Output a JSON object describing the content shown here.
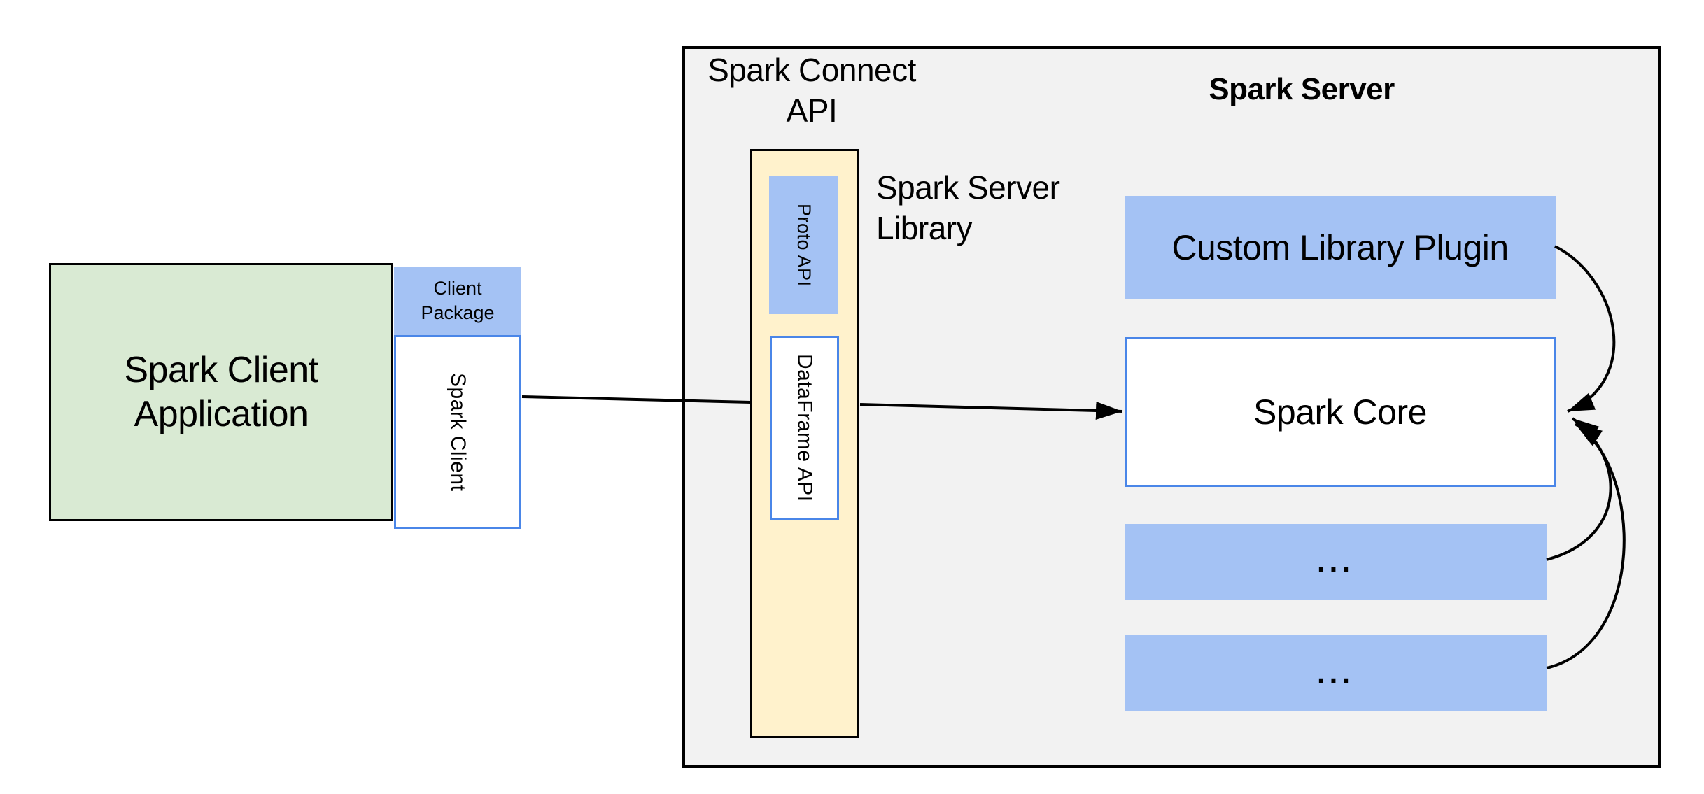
{
  "colors": {
    "green_fill": "#d9ead3",
    "blue_fill": "#a4c2f4",
    "yellow_fill": "#fff2cc",
    "gray_fill": "#f2f2f2",
    "blue_border": "#4a86e8",
    "line_color": "#000000",
    "text_color": "#000000"
  },
  "labels": {
    "spark_connect_api": {
      "line1": "Spark Connect",
      "line2": "API"
    },
    "spark_server": "Spark Server",
    "spark_server_library": {
      "line1": "Spark Server",
      "line2": "Library"
    }
  },
  "boxes": {
    "client_app": {
      "line1": "Spark Client",
      "line2": "Application"
    },
    "client_package": {
      "line1": "Client",
      "line2": "Package"
    },
    "spark_client": {
      "label": "Spark Client"
    },
    "proto_api": {
      "label": "Proto API"
    },
    "dataframe_api": {
      "label": "DataFrame API"
    },
    "custom_library_plugin": {
      "label": "Custom Library Plugin"
    },
    "spark_core": {
      "label": "Spark Core"
    },
    "plugin_placeholder_1": {
      "label": "..."
    },
    "plugin_placeholder_2": {
      "label": "..."
    }
  }
}
